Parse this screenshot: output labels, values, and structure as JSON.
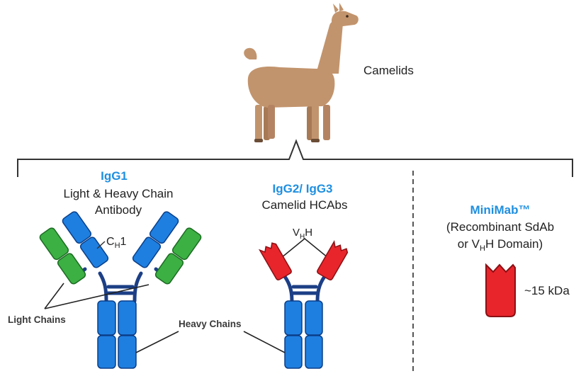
{
  "colors": {
    "heavy_chain": "#1e7fe0",
    "heavy_chain_stroke": "#0a3f8a",
    "light_chain": "#3cb043",
    "light_chain_stroke": "#1b6b22",
    "vhh": "#e8252b",
    "vhh_stroke": "#8a1014",
    "hinge": "#1c3f86",
    "title_blue": "#1f8fe0",
    "llama": "#c2946d"
  },
  "top": {
    "camelids_label": "Camelids"
  },
  "igg1": {
    "title": "IgG1",
    "line1": "Light & Heavy Chain",
    "line2": "Antibody",
    "ch1_main": "C",
    "ch1_sub": "H",
    "ch1_tail": "1"
  },
  "igg23": {
    "title": "IgG2/ IgG3",
    "line1": "Camelid HCAbs",
    "vhh_main": "V",
    "vhh_sub": "H",
    "vhh_tail": "H"
  },
  "minimab": {
    "title": "MiniMab™",
    "line1": "(Recombinant SdAb",
    "line2_a": "or V",
    "line2_sub": "H",
    "line2_b": "H Domain)",
    "size": "~15 kDa"
  },
  "labels": {
    "light_chains": "Light Chains",
    "heavy_chains": "Heavy Chains"
  },
  "icons": [
    "llama-icon",
    "igg1-antibody-icon",
    "hcab-antibody-icon",
    "vhh-domain-icon"
  ]
}
